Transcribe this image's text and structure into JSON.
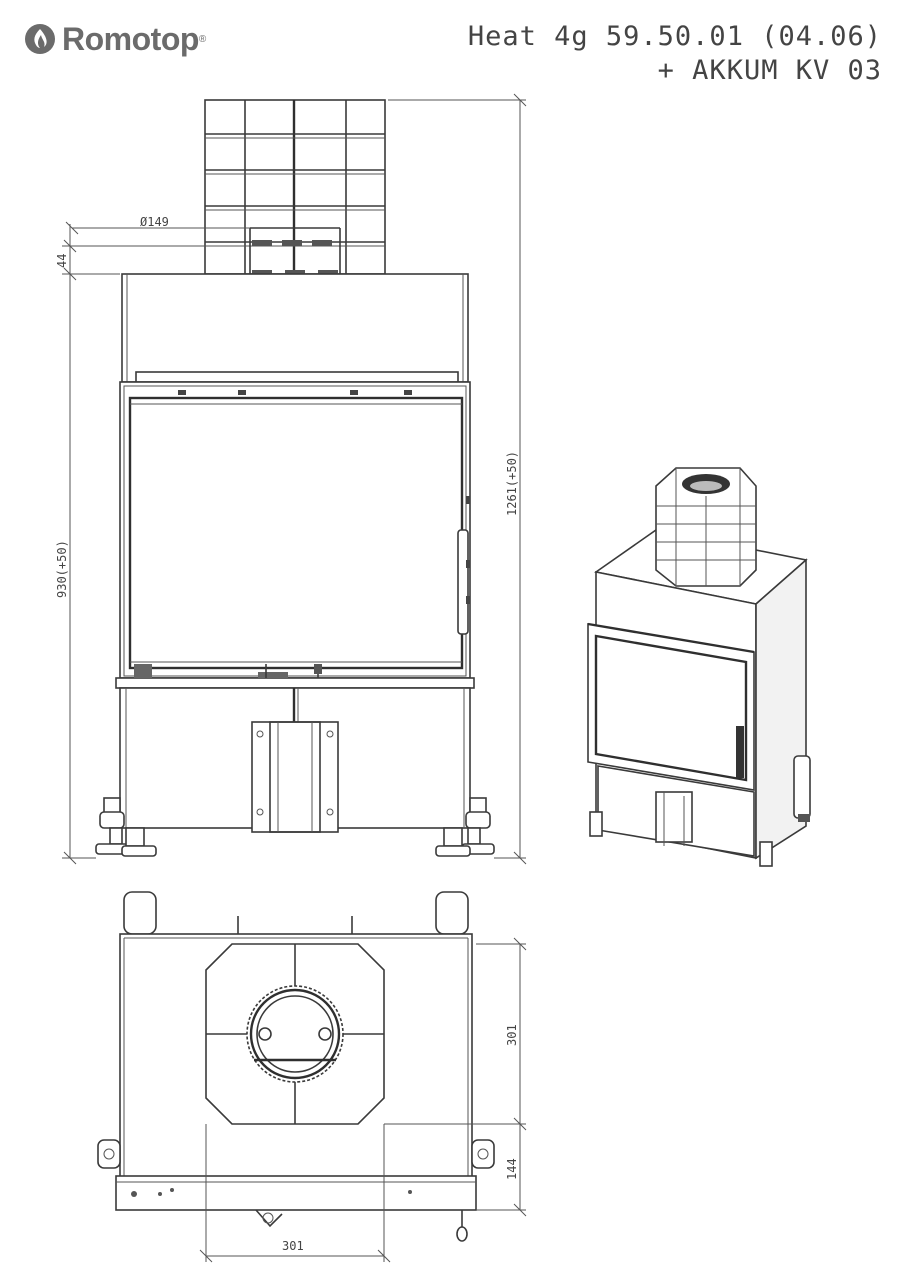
{
  "brand": {
    "name": "Romotop",
    "mark": "®"
  },
  "title": {
    "line1": "Heat 4g 59.50.01 (04.06)",
    "line2": "+ AKKUM KV 03"
  },
  "dimensions": {
    "flue_diameter": "Ø149",
    "offset_top": "44",
    "height_total": "1261(+50)",
    "height_body": "930(+50)",
    "depth_front": "301",
    "depth_rear": "144",
    "width_bottom": "301"
  },
  "icons": {
    "logo": "romotop-flame-icon"
  },
  "colors": {
    "line": "#3a3a3a",
    "text": "#444444",
    "logo": "#6b6b6b"
  }
}
